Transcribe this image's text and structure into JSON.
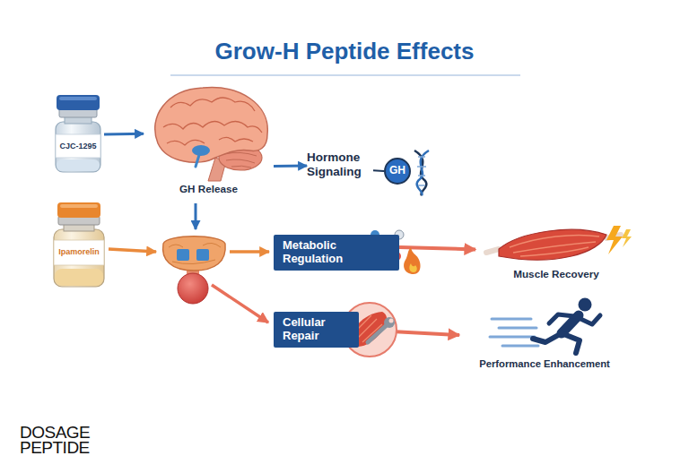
{
  "diagram": {
    "title": "Grow-H Peptide Effects",
    "nodes": [
      {
        "text": [
          "CJC-1295"
        ]
      },
      {
        "text": [
          "GH Release"
        ]
      },
      {
        "text": [
          "Hormone Signaling"
        ]
      },
      {
        "text": [
          "GH"
        ]
      },
      {
        "text": [
          "Ipamorelin"
        ]
      },
      {
        "text": [
          "Metabolic Regulation"
        ]
      },
      {
        "text": [
          "Muscle Recovery"
        ]
      },
      {
        "text": [
          "Cellular Repair"
        ]
      },
      {
        "text": [
          "Performance Enhancement"
        ]
      }
    ],
    "edges": [
      {
        "from": 0,
        "to": 1,
        "arrow": "to"
      },
      {
        "from": 1,
        "to": 2,
        "arrow": "to"
      },
      {
        "from": 2,
        "to": 3,
        "arrow": "none"
      },
      {
        "from": 5,
        "to": 6,
        "arrow": "to"
      },
      {
        "from": 7,
        "to": 8,
        "arrow": "to"
      }
    ],
    "labels": [
      "DOSAGE PEPTIDE"
    ]
  }
}
